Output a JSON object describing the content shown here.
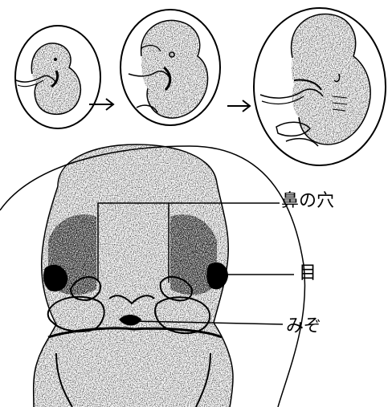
{
  "labels": {
    "nostril": "鼻の穴",
    "eye": "目",
    "groove": "みぞ"
  },
  "stages": [
    "embryo-stage-1",
    "embryo-stage-2",
    "embryo-stage-3"
  ],
  "colors": {
    "ink": "#000000",
    "background": "#ffffff"
  }
}
